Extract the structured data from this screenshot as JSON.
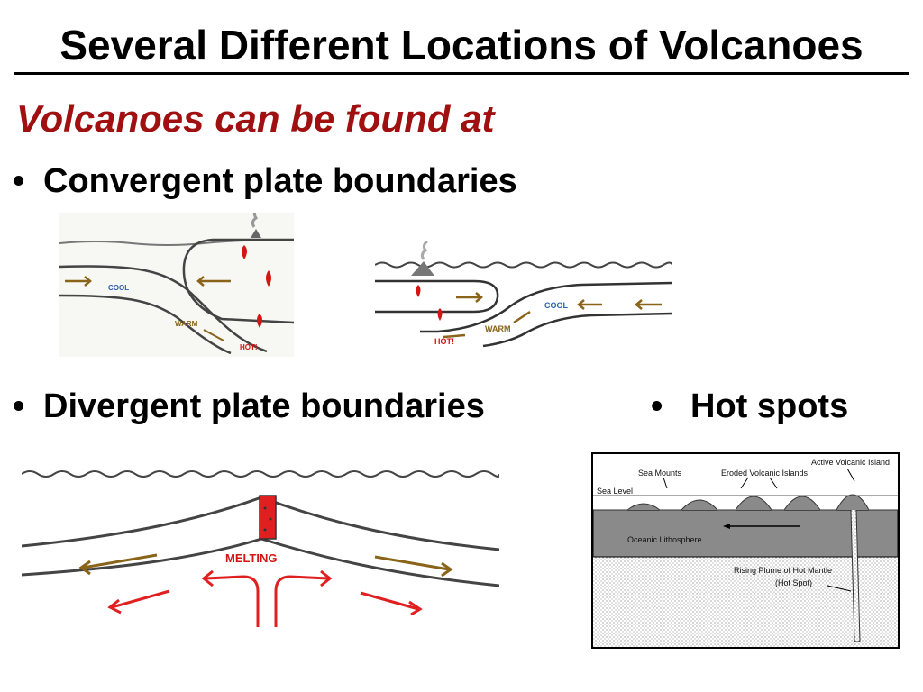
{
  "slide": {
    "title": "Several Different Locations of Volcanoes",
    "subtitle": "Volcanoes can be found at",
    "bullets": {
      "convergent": "Convergent plate boundaries",
      "divergent": "Divergent plate boundaries",
      "hotspots": "Hot spots"
    },
    "bullet_char": "•"
  },
  "figures": {
    "convergent_left": {
      "cool": "COOL",
      "warm": "WARM",
      "hot": "HOT!"
    },
    "convergent_right": {
      "cool": "COOL",
      "warm": "WARM",
      "hot": "HOT!"
    },
    "divergent": {
      "melting": "MELTING"
    },
    "hotspot": {
      "active_island": "Active Volcanic Island",
      "sea_mounts": "Sea Mounts",
      "eroded_islands": "Eroded Volcanic Islands",
      "sea_level": "Sea Level",
      "lithosphere": "Oceanic Lithosphere",
      "plume": "Rising Plume of Hot Mantle",
      "hot_spot": "(Hot Spot)"
    }
  },
  "colors": {
    "title": "#000000",
    "subtitle": "#a01010",
    "magma": "#d41515",
    "arrow_brown": "#8a6418",
    "arrow_red": "#e02020",
    "label_blue": "#2f5fb0",
    "lithosphere": "#8a8a8a"
  }
}
